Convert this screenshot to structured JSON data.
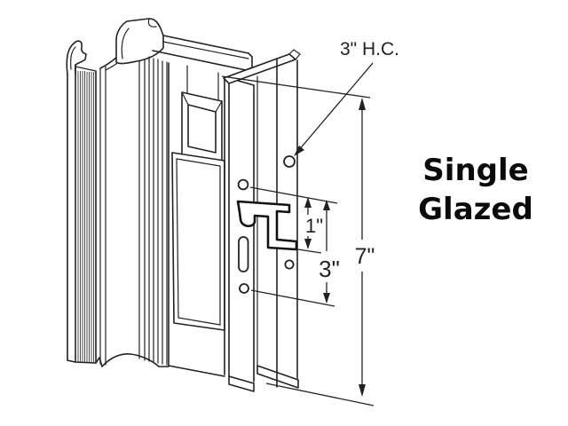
{
  "page": {
    "background": "#ffffff"
  },
  "drawing_labels": {
    "hole_centers": "3\" H.C.",
    "overall_height": "7\"",
    "keeper_height": "1\"",
    "hole_offset": "3\""
  },
  "product_label": {
    "line1": "Single",
    "line2": "Glazed"
  },
  "colors": {
    "line": "#222222",
    "thin_line": "#3a3a3a",
    "dimension_text": "#222222",
    "label_text": "#0a0a0a"
  }
}
